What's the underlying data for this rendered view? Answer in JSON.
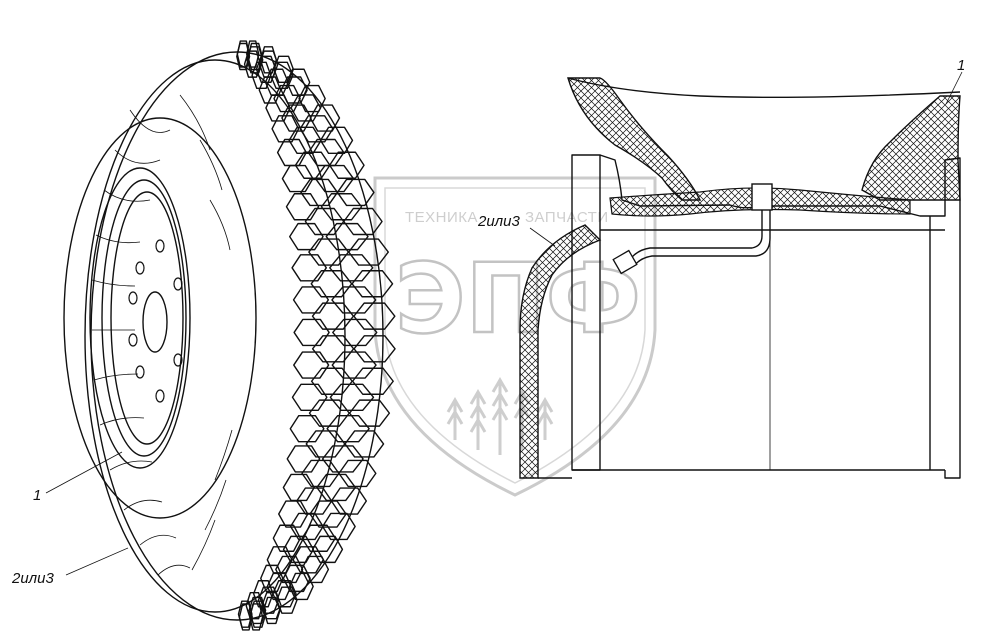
{
  "callouts": {
    "wheel_left": "1",
    "tire_left": "2или3",
    "section_top": "1",
    "section_middle": "2или3"
  },
  "watermark": {
    "line1_left": "ТЕХНИКА",
    "line1_right": "ЗАПЧАСТИ",
    "logo": "ЭПФ"
  },
  "colors": {
    "line": "#111111",
    "watermark": "#c0c0c0",
    "background": "#ffffff"
  }
}
